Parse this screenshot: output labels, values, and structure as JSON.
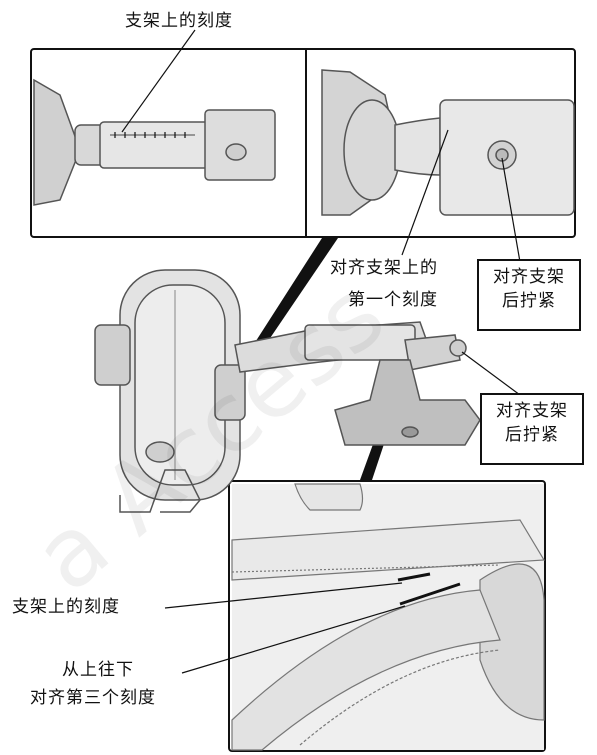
{
  "labels": {
    "top_scale": "支架上的刻度",
    "align_first_line1": "对齐支架上的",
    "align_first_line2": "第一个刻度",
    "align_tighten_a_line1": "对齐支架",
    "align_tighten_a_line2": "后拧紧",
    "align_tighten_b_line1": "对齐支架",
    "align_tighten_b_line2": "后拧紧",
    "bottom_scale": "支架上的刻度",
    "top_down_line1": "从上往下",
    "top_down_line2": "对齐第三个刻度"
  },
  "watermark": "a Access",
  "colors": {
    "line": "#111111",
    "part": "#d9d9d9",
    "part_dark": "#9a9a9a",
    "bg": "#ffffff"
  }
}
